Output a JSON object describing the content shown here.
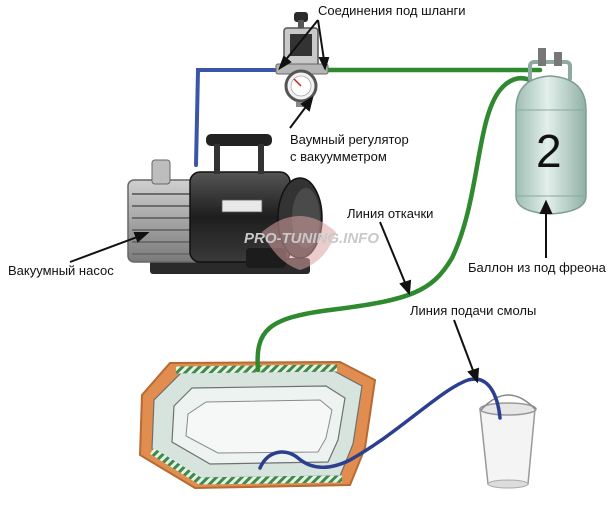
{
  "labels": {
    "hose_connections": "Соединения под шланги",
    "vacuum_regulator_line1": "Ваумный регулятор",
    "vacuum_regulator_line2": "с вакуумметром",
    "pumping_line": "Линия откачки",
    "vacuum_pump": "Вакуумный насос",
    "freon_cylinder": "Баллон из под фреона",
    "resin_feed_line": "Линия подачи смолы"
  },
  "cylinder_number": "2",
  "watermark": "PRO-TUNING.INFO",
  "colors": {
    "pumping_hose": "#2f8a2f",
    "resin_hose": "#2c3f8f",
    "mold_border": "#d98c4e",
    "cylinder": "#bfd6cf",
    "pump_body": "#9a9a9a"
  }
}
